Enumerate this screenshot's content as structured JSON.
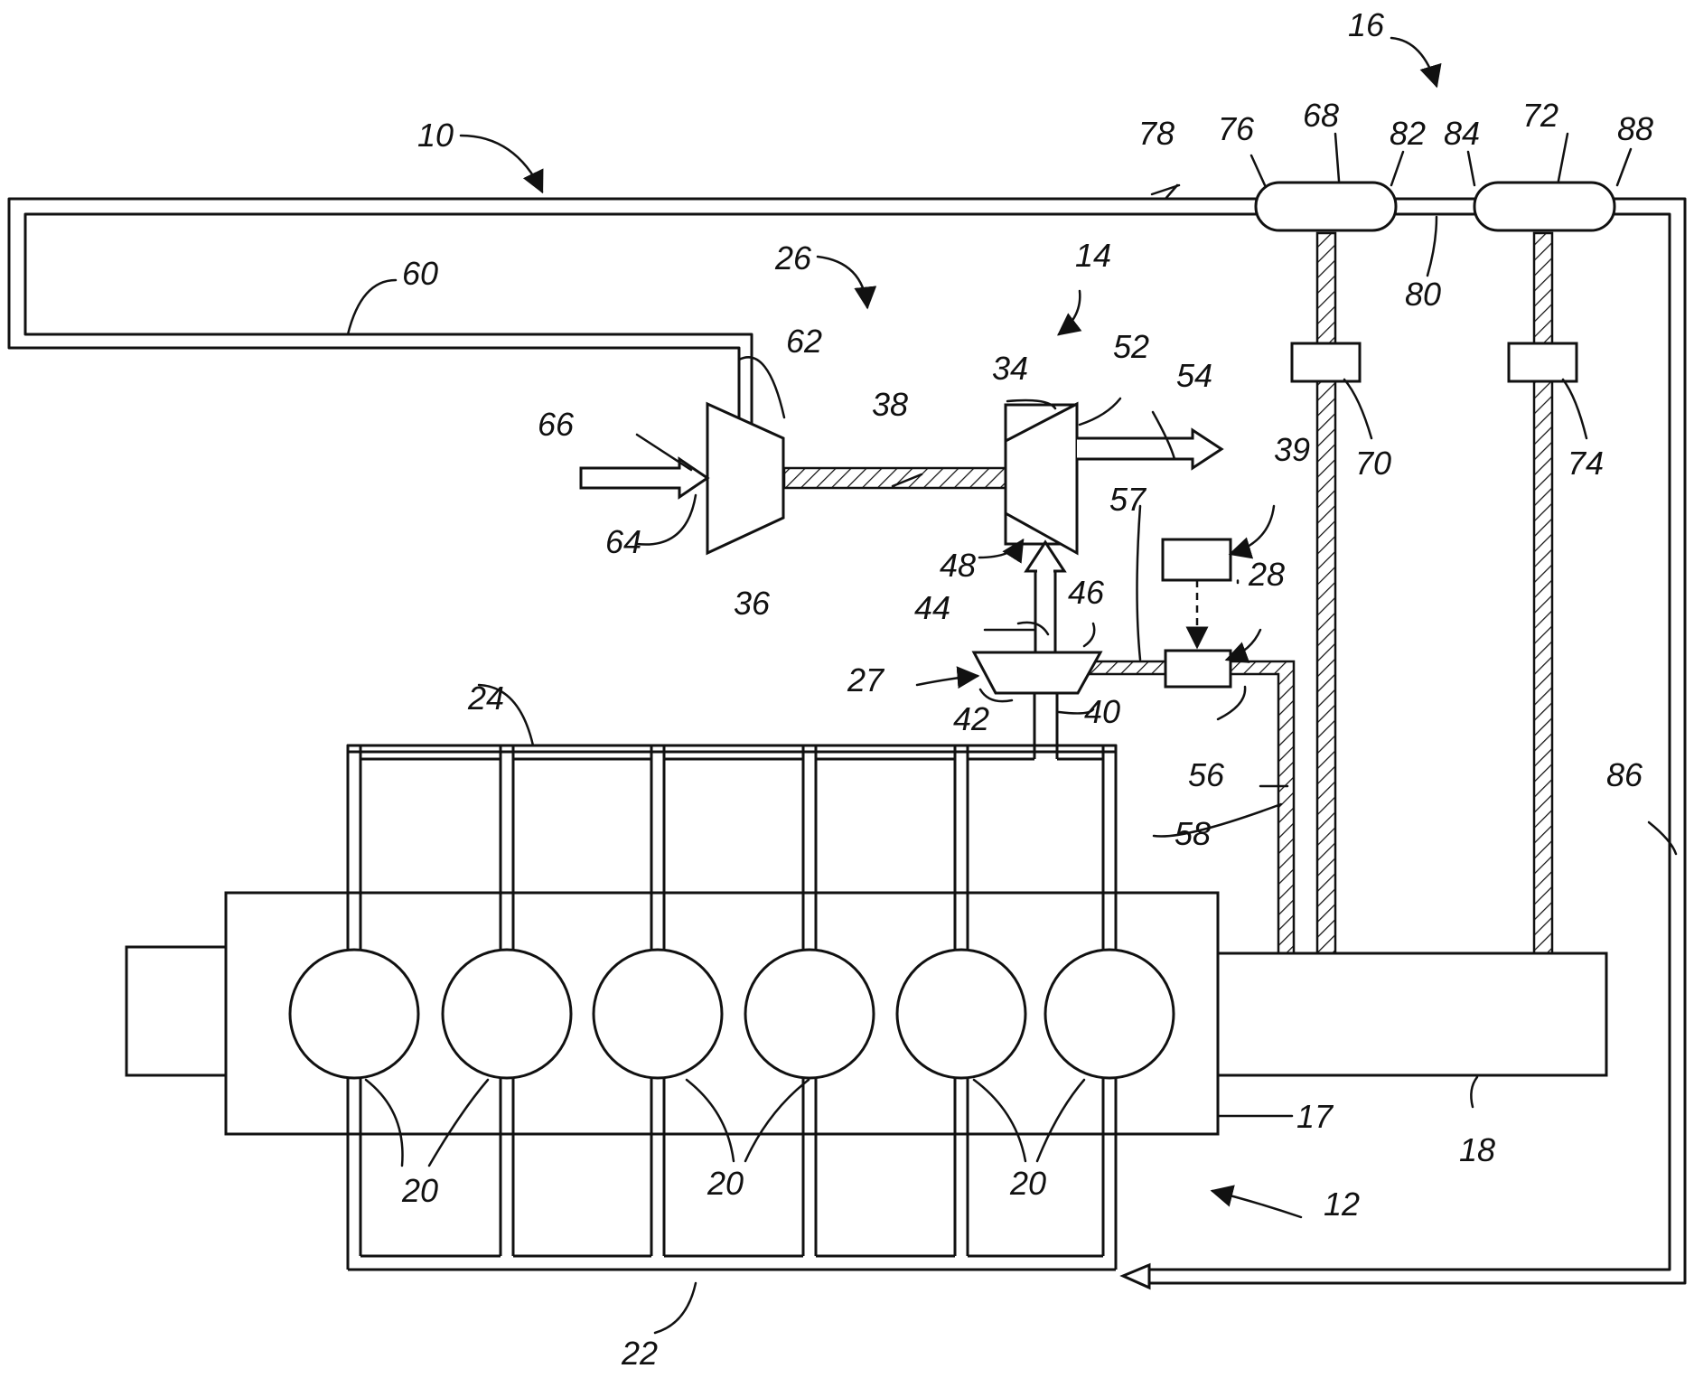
{
  "labels": {
    "l10": "10",
    "l12": "12",
    "l14": "14",
    "l16": "16",
    "l17": "17",
    "l18": "18",
    "l20a": "20",
    "l20b": "20",
    "l20c": "20",
    "l22": "22",
    "l24": "24",
    "l26": "26",
    "l27": "27",
    "l28": "28",
    "l34": "34",
    "l36": "36",
    "l38": "38",
    "l39": "39",
    "l40": "40",
    "l42": "42",
    "l44": "44",
    "l46": "46",
    "l48": "48",
    "l52": "52",
    "l54": "54",
    "l56": "56",
    "l57": "57",
    "l58": "58",
    "l60": "60",
    "l62": "62",
    "l64": "64",
    "l66": "66",
    "l68": "68",
    "l70": "70",
    "l72": "72",
    "l74": "74",
    "l76": "76",
    "l78": "78",
    "l80": "80",
    "l82": "82",
    "l84": "84",
    "l86": "86",
    "l88": "88"
  },
  "colors": {
    "stroke": "#111111",
    "background": "#ffffff"
  }
}
